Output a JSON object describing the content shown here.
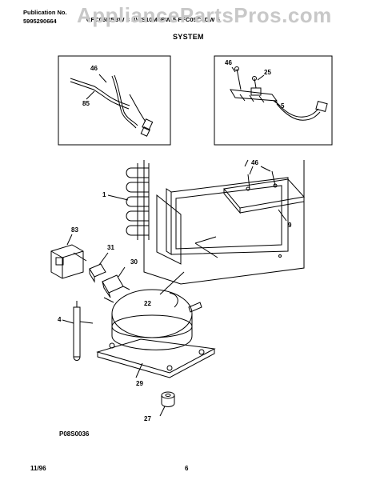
{
  "header": {
    "publication_label": "Publication No.",
    "publication_number": "5995290664",
    "model_line": "CFC05M5BW 3 BWS10M5BW 5 FFC05C4DW 5",
    "watermark": "AppliancePartsPros.com",
    "section_title": "SYSTEM"
  },
  "callouts": {
    "inset_left": [
      "46",
      "85"
    ],
    "inset_right": [
      "46",
      "25",
      "5"
    ],
    "main": [
      "46",
      "1",
      "9",
      "83",
      "31",
      "30",
      "22",
      "4",
      "29",
      "27"
    ]
  },
  "footer": {
    "figure_code": "P08S0036",
    "date": "11/96",
    "page_number": "6"
  }
}
